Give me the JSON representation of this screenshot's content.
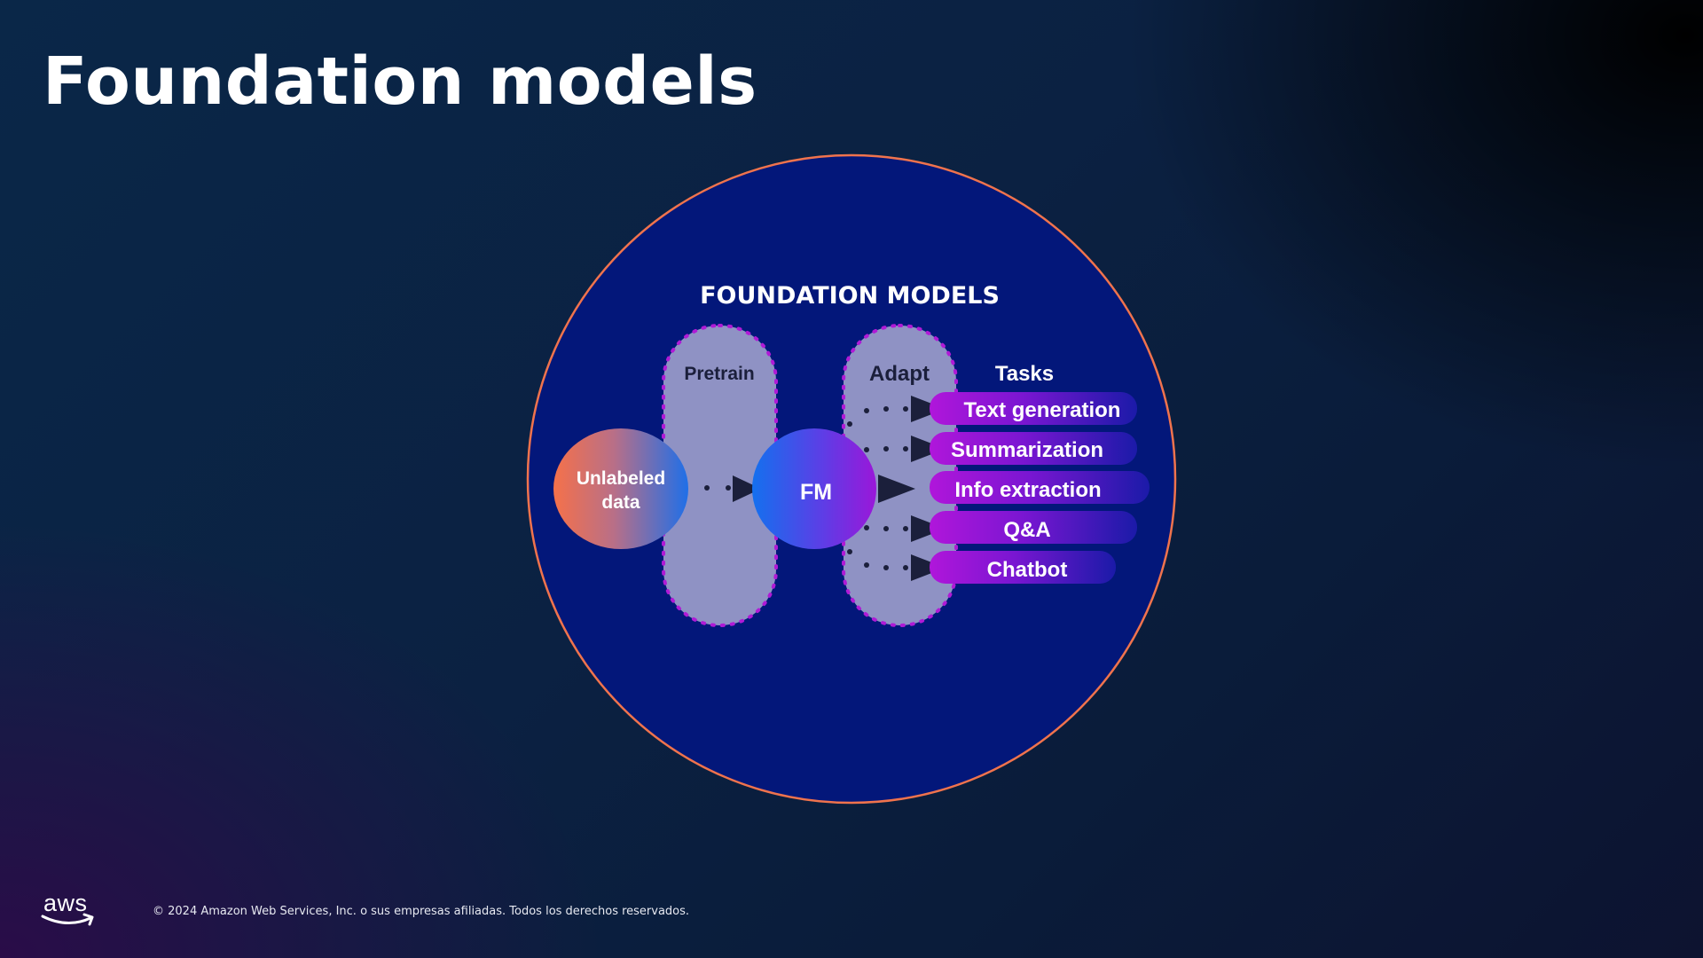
{
  "slide": {
    "title": "Foundation models"
  },
  "diagram": {
    "heading": "FOUNDATION MODELS",
    "pretrain_label": "Pretrain",
    "adapt_label": "Adapt",
    "tasks_label": "Tasks",
    "input_label_line1": "Unlabeled",
    "input_label_line2": "data",
    "model_label": "FM",
    "tasks": [
      "Text generation",
      "Summarization",
      "Info extraction",
      "Q&A",
      "Chatbot"
    ],
    "colors": {
      "circle_fill": "#03177a",
      "circle_border": "#f0734d",
      "capsule_fill": "#8f92c4",
      "capsule_dots": "#b01ad6",
      "task_pill_start": "#b016da",
      "task_pill_end": "#1b1aa8",
      "arrow": "#1b1f3b"
    }
  },
  "footer": {
    "logo_text": "aws",
    "copyright": "© 2024 Amazon Web Services, Inc. o sus empresas afiliadas. Todos los derechos reservados."
  }
}
